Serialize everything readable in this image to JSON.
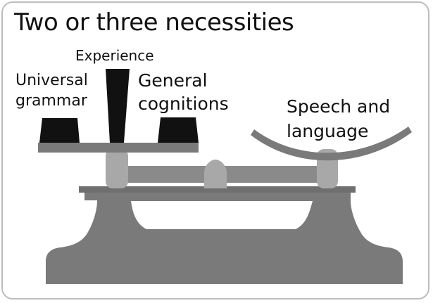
{
  "title": "Two or three necessities",
  "labels": {
    "universal_grammar_line1": "Universal",
    "universal_grammar_line2": "grammar",
    "experience": "Experience",
    "general_cognitions_line1": "General",
    "general_cognitions_line2": "cognitions",
    "speech_language_line1": "Speech and",
    "speech_language_line2": "language"
  },
  "colors": {
    "scale_body": "#7a7a7a",
    "scale_light": "#a8a8a8",
    "weights": "#111111",
    "border": "#bdbdbd"
  }
}
